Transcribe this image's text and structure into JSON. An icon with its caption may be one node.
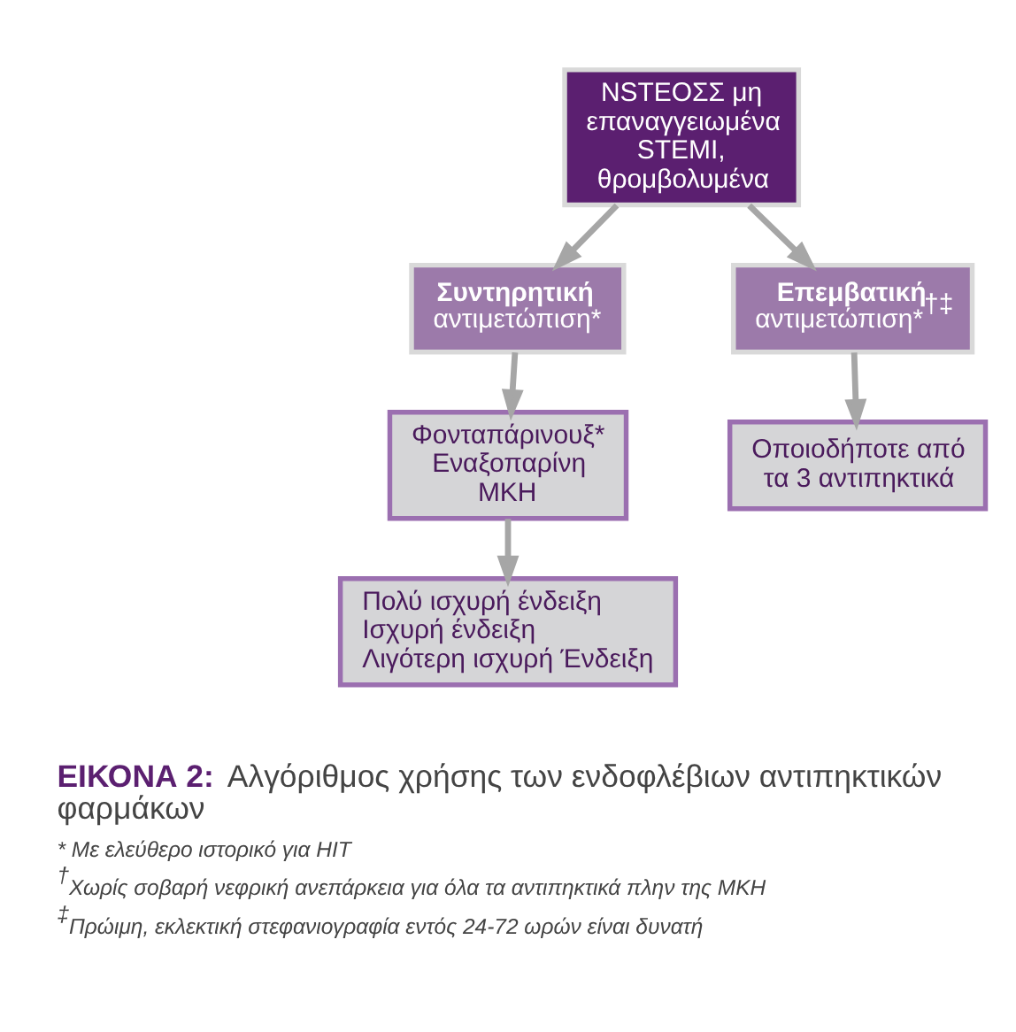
{
  "diagram": {
    "caption": "**ΕΙΚΟΝΑ 2:** Αλγόριθμος χρήσης των ενδοφλέβιων αντιπηκτικών φαρμάκων",
    "nodes": [
      {
        "text": [
          "NSTEΟΣΣ μη επαναγγειωμένα STEMI, θρομβολυμένα"
        ]
      },
      {
        "text": [
          "Συντηρητική",
          "αντιμετώπιση*"
        ]
      },
      {
        "text": [
          "Επεμβατική",
          "αντιμετώπιση*$^{†‡}$"
        ]
      },
      {
        "text": [
          "Φονταπάρινουξ* Εναξοπαρίνη ΜΚΗ"
        ]
      },
      {
        "text": [
          "Οποιοδήποτε από τα 3 αντιπηκτικά"
        ]
      },
      {
        "text": [
          "Πολύ ισχυρή ένδειξη",
          "Ισχυρή ένδειξη",
          "Λιγότερη ισχυρή Ένδειξη"
        ]
      }
    ],
    "edges": [
      {
        "from": 0,
        "to": 1,
        "arrow": "to"
      },
      {
        "from": 0,
        "to": 2,
        "arrow": "to"
      },
      {
        "from": 1,
        "to": 3,
        "arrow": "to"
      },
      {
        "from": 2,
        "to": 4,
        "arrow": "to"
      },
      {
        "from": 3,
        "to": 5,
        "arrow": "to"
      }
    ],
    "labels": [
      "* Με ελεύθερο ιστορικό για HIT",
      "$^{†}$Χωρίς σοβαρή νεφρική ανεπάρκεια για όλα τα αντιπηκτικά πλην της ΜΚΗ",
      "$^{‡}$Πρώιμη, εκλεκτική στεφανιογραφία εντός 24-72 ωρών είναι δυνατή"
    ]
  }
}
